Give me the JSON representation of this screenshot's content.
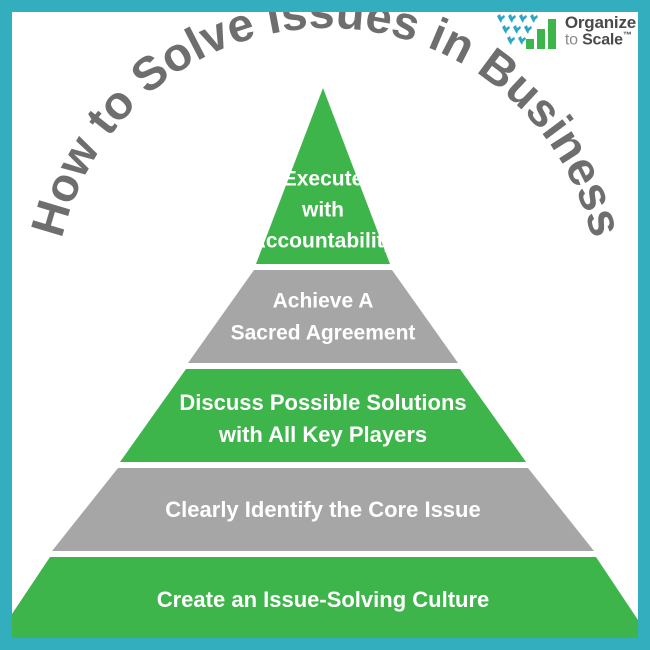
{
  "theme": {
    "border_color": "#33AEBE",
    "background_color": "#FFFFFF",
    "green": "#3DB54A",
    "gray": "#A6A6A6",
    "title_gray": "#6E6E6E",
    "text_white": "#FFFFFF",
    "logo_teal": "#2BA7C4",
    "logo_green": "#3DB54A",
    "logo_dark": "#4A4A4A",
    "logo_light": "#8A8A8A"
  },
  "title": {
    "text": "How to Solve Issues in Business",
    "style": "arched"
  },
  "logo": {
    "line1": "Organize",
    "line2_prefix": "to ",
    "line2_brand": "Scale",
    "trademark": "™",
    "alt": "Organize to Scale"
  },
  "pyramid": {
    "tier_count": 5,
    "tiers": [
      {
        "index": 1,
        "position": "apex",
        "color": "#3DB54A",
        "color_name": "green",
        "lines": [
          "Execute",
          "with",
          "Accountability"
        ],
        "full_text": "Execute with Accountability",
        "font_size": 21
      },
      {
        "index": 2,
        "position": "second",
        "color": "#A6A6A6",
        "color_name": "gray",
        "lines": [
          "Achieve A",
          "Sacred Agreement"
        ],
        "full_text": "Achieve A Sacred Agreement",
        "font_size": 21
      },
      {
        "index": 3,
        "position": "middle",
        "color": "#3DB54A",
        "color_name": "green",
        "lines": [
          "Discuss Possible Solutions",
          "with All Key Players"
        ],
        "full_text": "Discuss Possible Solutions with All Key Players",
        "font_size": 22
      },
      {
        "index": 4,
        "position": "fourth",
        "color": "#A6A6A6",
        "color_name": "gray",
        "lines": [
          "Clearly Identify the Core Issue"
        ],
        "full_text": "Clearly Identify the Core Issue",
        "font_size": 22
      },
      {
        "index": 5,
        "position": "base",
        "color": "#3DB54A",
        "color_name": "green",
        "lines": [
          "Create an Issue-Solving Culture"
        ],
        "full_text": "Create an Issue-Solving Culture",
        "font_size": 22
      }
    ]
  }
}
